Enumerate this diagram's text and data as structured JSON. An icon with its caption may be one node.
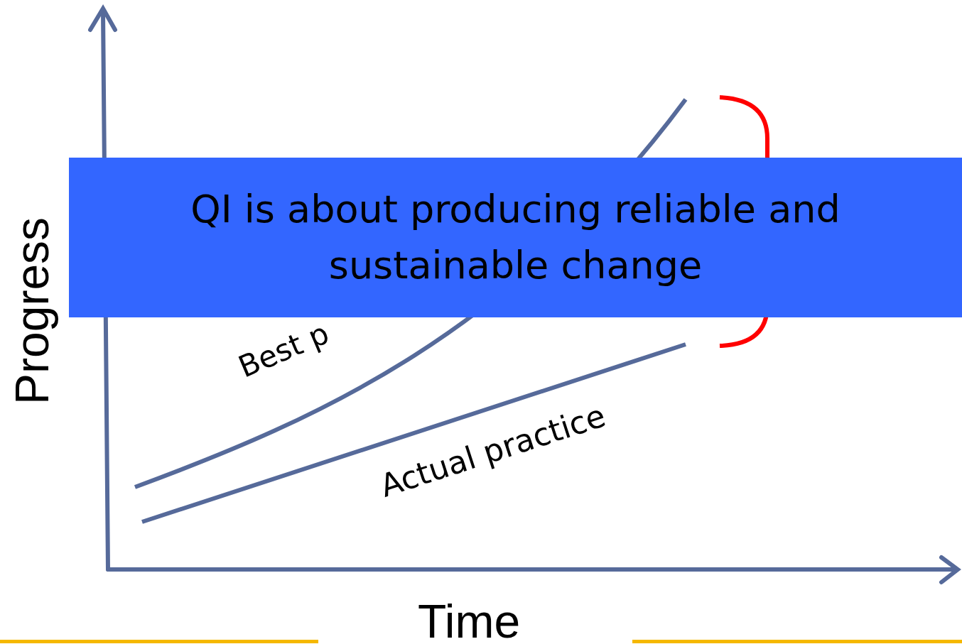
{
  "diagram": {
    "nodes": [
      {
        "text": [
          "QI is about producing reliable and sustainable change"
        ]
      }
    ],
    "labels": [
      "Progress",
      "Best p",
      "Actual practice",
      "Time"
    ]
  }
}
